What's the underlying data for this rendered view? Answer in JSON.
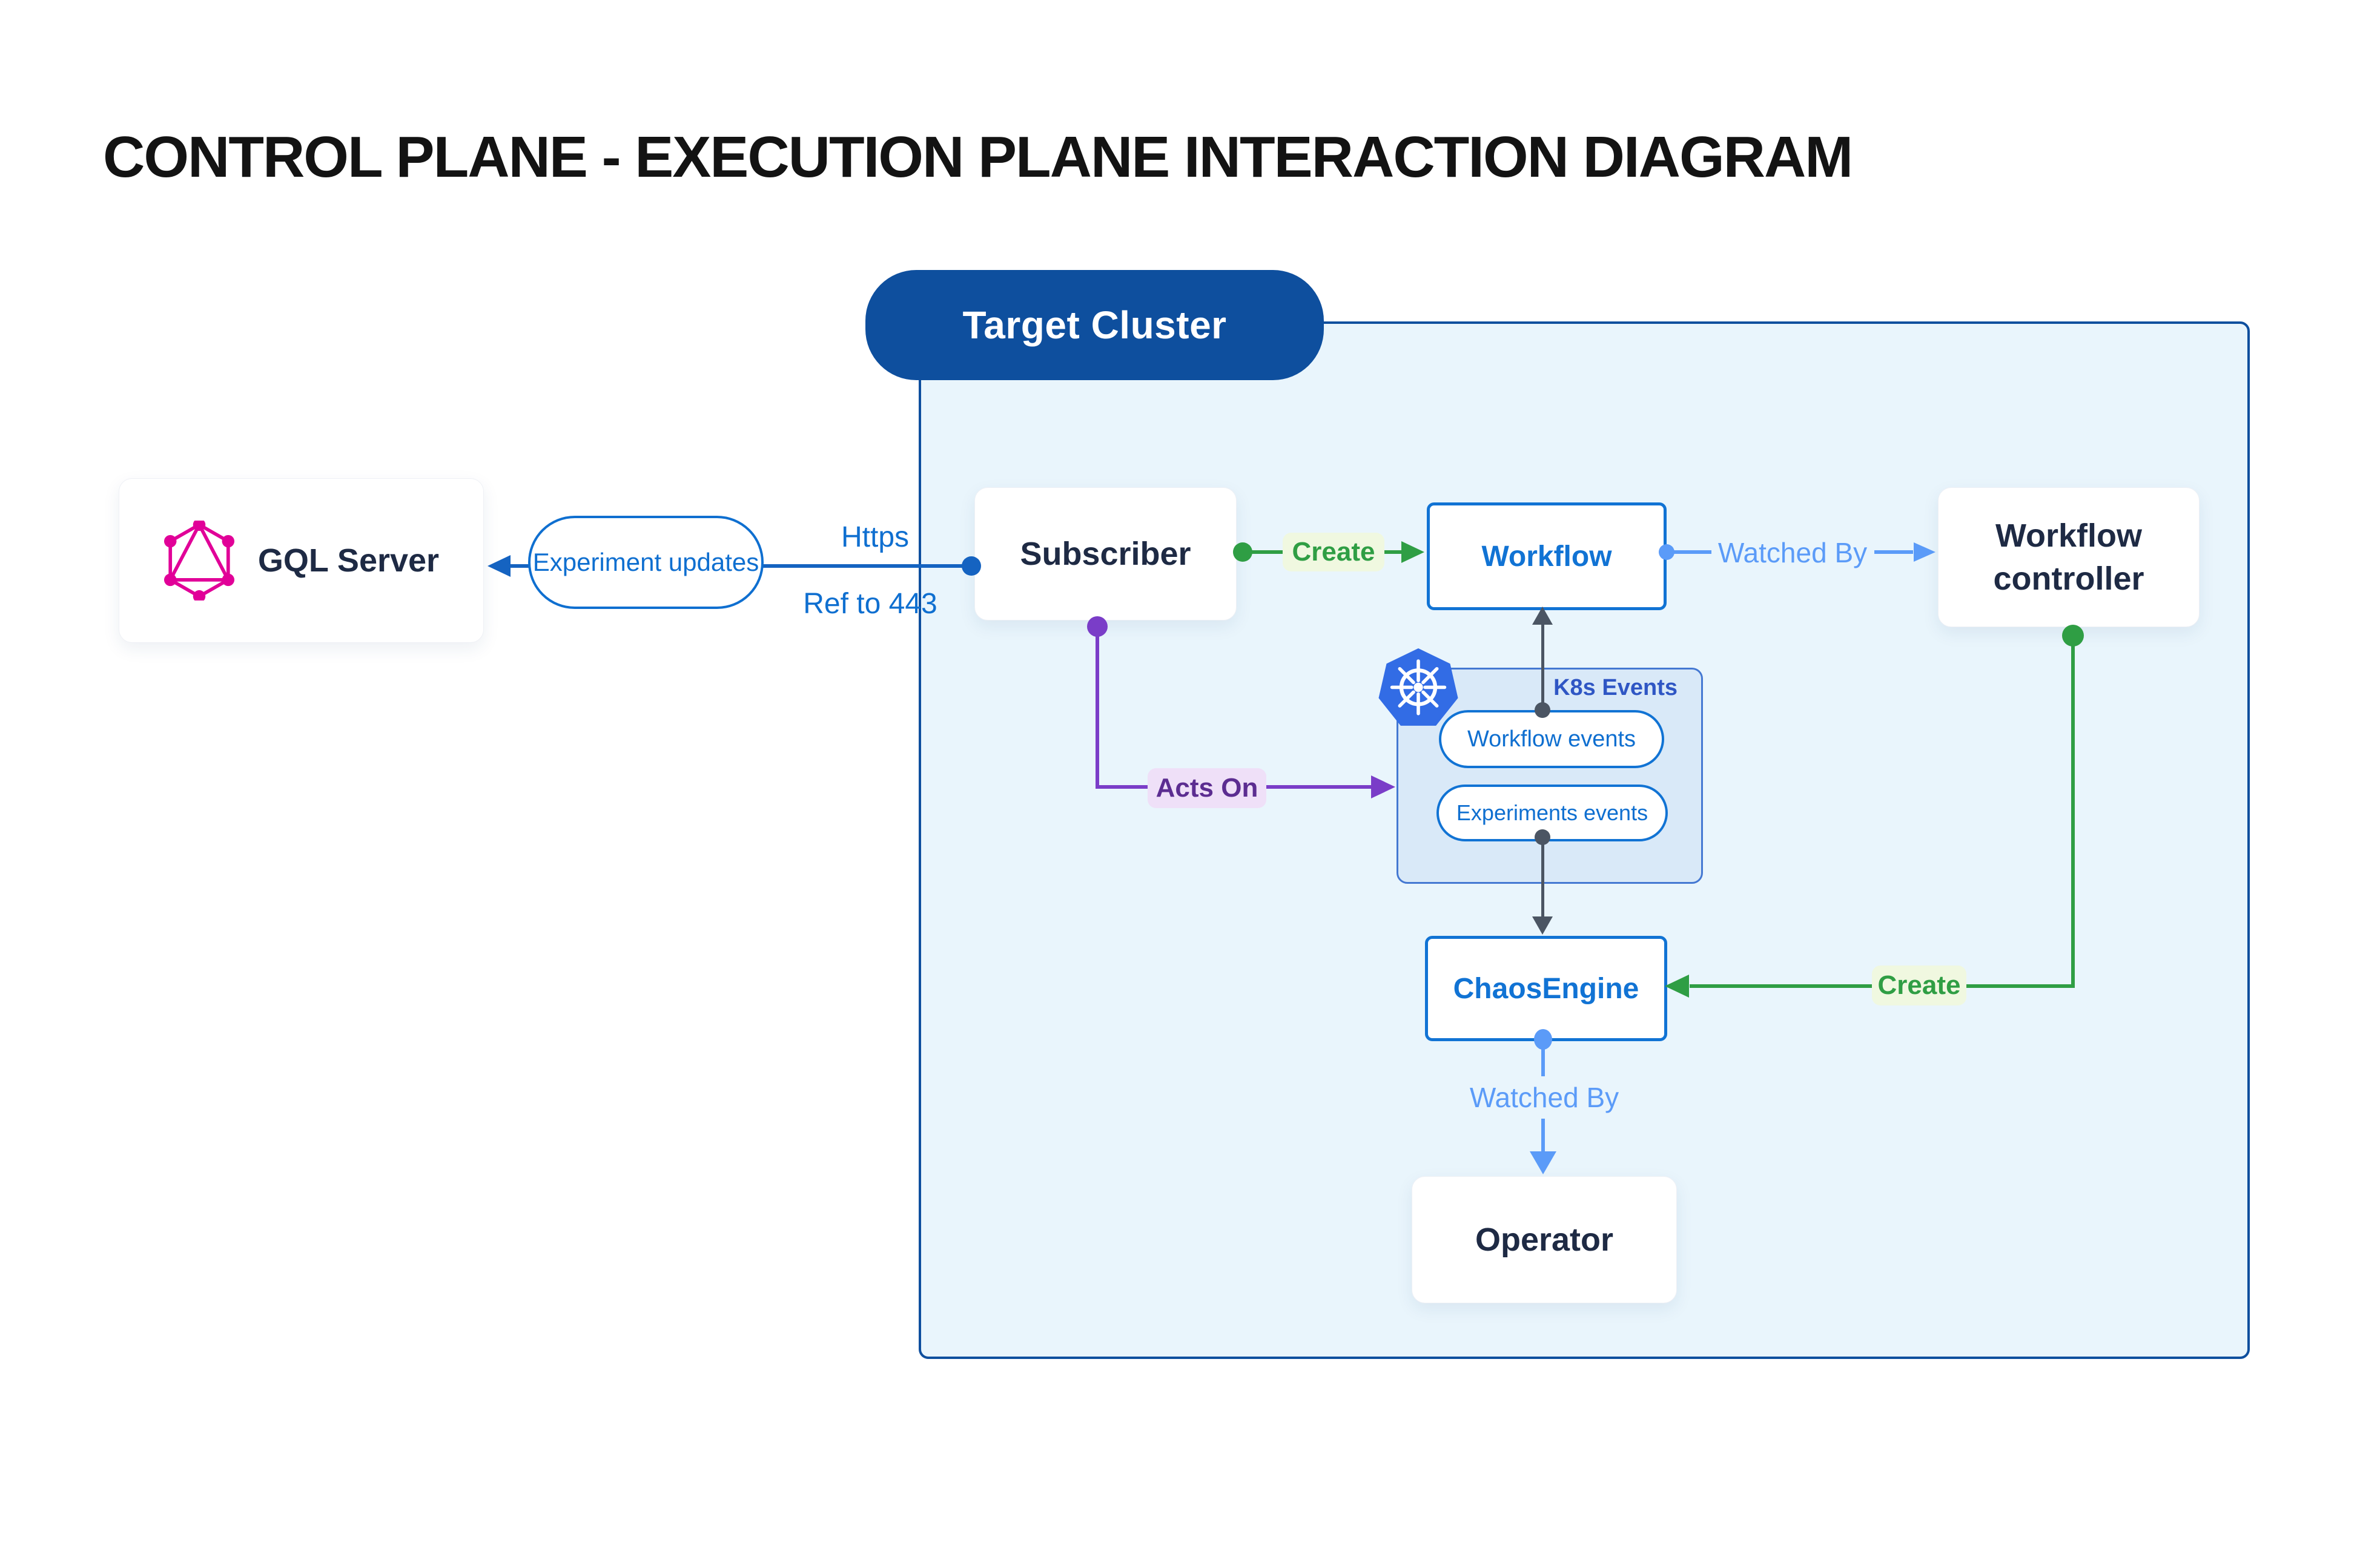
{
  "title": "CONTROL PLANE - EXECUTION PLANE INTERACTION DIAGRAM",
  "cluster": {
    "label": "Target Cluster"
  },
  "nodes": {
    "gql": {
      "label": "GQL Server",
      "icon": "graphql-icon"
    },
    "subscriber": {
      "label": "Subscriber"
    },
    "workflow": {
      "label": "Workflow"
    },
    "controller": {
      "label": "Workflow controller"
    },
    "chaosengine": {
      "label": "ChaosEngine"
    },
    "operator": {
      "label": "Operator"
    }
  },
  "k8s": {
    "title": "K8s Events",
    "icon": "kubernetes-icon",
    "events": [
      "Workflow events",
      "Experiments events"
    ]
  },
  "edges": {
    "experiment_updates": {
      "label": "Experiment updates"
    },
    "https": {
      "label": "Https"
    },
    "ref443": {
      "label": "Ref to 443"
    },
    "create_workflow": {
      "label": "Create"
    },
    "watched_by_controller": {
      "label": "Watched By"
    },
    "acts_on": {
      "label": "Acts On"
    },
    "create_chaosengine": {
      "label": "Create"
    },
    "watched_by_operator": {
      "label": "Watched By"
    }
  },
  "colors": {
    "deep-blue": "#0e4f9e",
    "cluster-bg": "#e9f5fc",
    "azure": "#1173d4",
    "azure-text": "#0f6fd0",
    "blue-line": "#1563c1",
    "light-blue": "#5b9bf8",
    "green": "#2f9e44",
    "pale-green": "#f0f8e0",
    "purple": "#7a3dc8",
    "purple-text": "#5c2d91",
    "pale-purple": "#efe0f8",
    "slate": "#4b5563",
    "navy": "#1e2a44",
    "k8s-blue": "#326ce5",
    "k8sbox-bg": "#d9e9f8",
    "k8sbox-border": "#4478d2",
    "k8s-label": "#2f56c4",
    "graphql-pink": "#e10098",
    "title-color": "#131313"
  }
}
